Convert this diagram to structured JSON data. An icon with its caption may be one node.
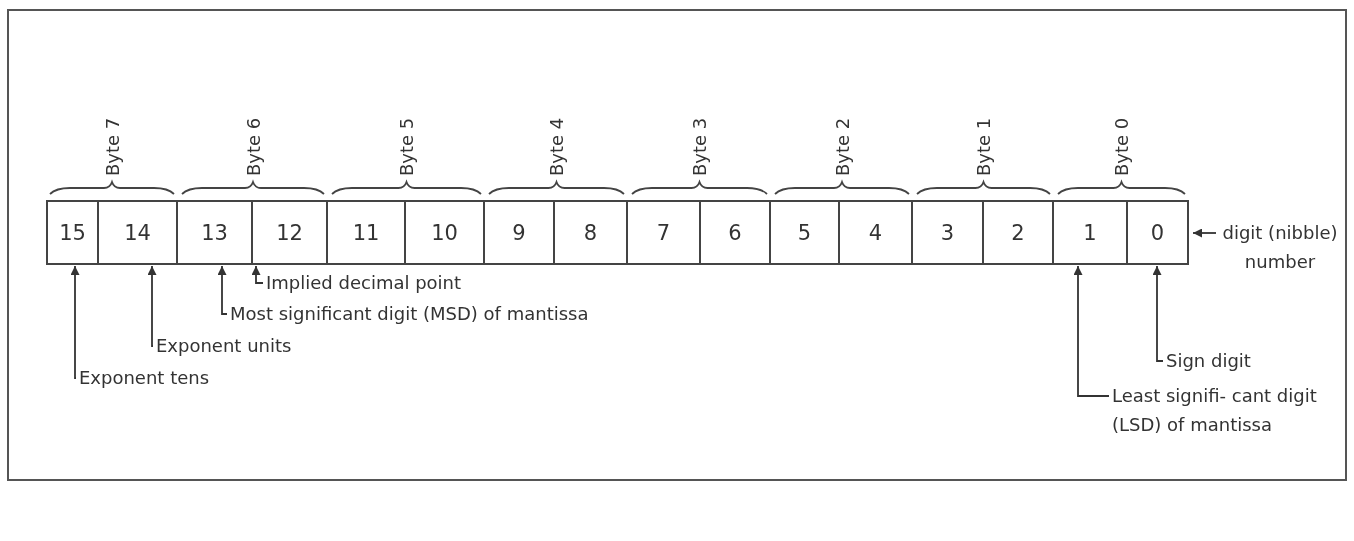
{
  "diagram": {
    "nodes": [
      {
        "text": [
          "15"
        ]
      },
      {
        "text": [
          "14"
        ]
      },
      {
        "text": [
          "13"
        ]
      },
      {
        "text": [
          "12"
        ]
      },
      {
        "text": [
          "11"
        ]
      },
      {
        "text": [
          "10"
        ]
      },
      {
        "text": [
          "9"
        ]
      },
      {
        "text": [
          "8"
        ]
      },
      {
        "text": [
          "7"
        ]
      },
      {
        "text": [
          "6"
        ]
      },
      {
        "text": [
          "5"
        ]
      },
      {
        "text": [
          "4"
        ]
      },
      {
        "text": [
          "3"
        ]
      },
      {
        "text": [
          "2"
        ]
      },
      {
        "text": [
          "1"
        ]
      },
      {
        "text": [
          "0"
        ]
      },
      {
        "text": [
          "digit (nibble) number"
        ]
      },
      {
        "text": [
          "Implied decimal point"
        ]
      },
      {
        "text": [
          "Most significant digit (MSD) of mantissa"
        ]
      },
      {
        "text": [
          "Exponent units"
        ]
      },
      {
        "text": [
          "Exponent tens"
        ]
      },
      {
        "text": [
          "Sign digit"
        ]
      },
      {
        "text": [
          "Least signifi- cant digit (LSD) of mantissa"
        ]
      }
    ],
    "edges": [
      {
        "from": 16,
        "to": 15,
        "arrow": "to"
      },
      {
        "from": 17,
        "to": 3,
        "arrow": "to"
      },
      {
        "from": 18,
        "to": 2,
        "arrow": "to"
      },
      {
        "from": 19,
        "to": 1,
        "arrow": "to"
      },
      {
        "from": 20,
        "to": 0,
        "arrow": "to"
      },
      {
        "from": 21,
        "to": 15,
        "arrow": "to"
      },
      {
        "from": 22,
        "to": 14,
        "arrow": "to"
      }
    ],
    "labels": [
      "Byte 7",
      "Byte 6",
      "Byte 5",
      "Byte 4",
      "Byte 3",
      "Byte 2",
      "Byte 1",
      "Byte 0"
    ]
  }
}
